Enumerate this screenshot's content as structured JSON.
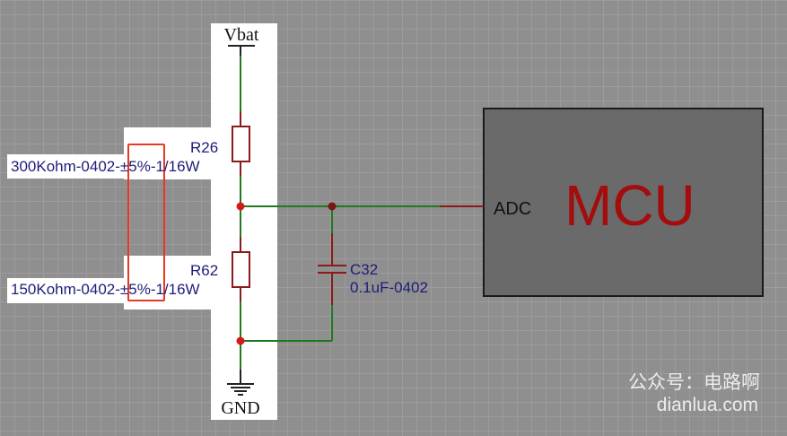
{
  "power": {
    "label": "Vbat"
  },
  "ground": {
    "label": "GND"
  },
  "resistors": [
    {
      "ref": "R26",
      "spec": "300Kohm-0402-±5%-1/16W"
    },
    {
      "ref": "R62",
      "spec": "150Kohm-0402-±5%-1/16W"
    }
  ],
  "capacitor": {
    "ref": "C32",
    "value": "0.1uF-0402"
  },
  "mcu": {
    "label": "MCU",
    "pin_label": "ADC"
  },
  "watermark": {
    "line1": "公众号：电路啊",
    "line2": "dianlua.com"
  },
  "colors": {
    "wire": "#1f7a1f",
    "component": "#8b1a1a",
    "mcu_fill": "#6a6a6a",
    "mcu_text": "#a30d0d",
    "label": "#1d1d7a",
    "highlight": "#e8391f",
    "junction": "#d61a1a"
  }
}
